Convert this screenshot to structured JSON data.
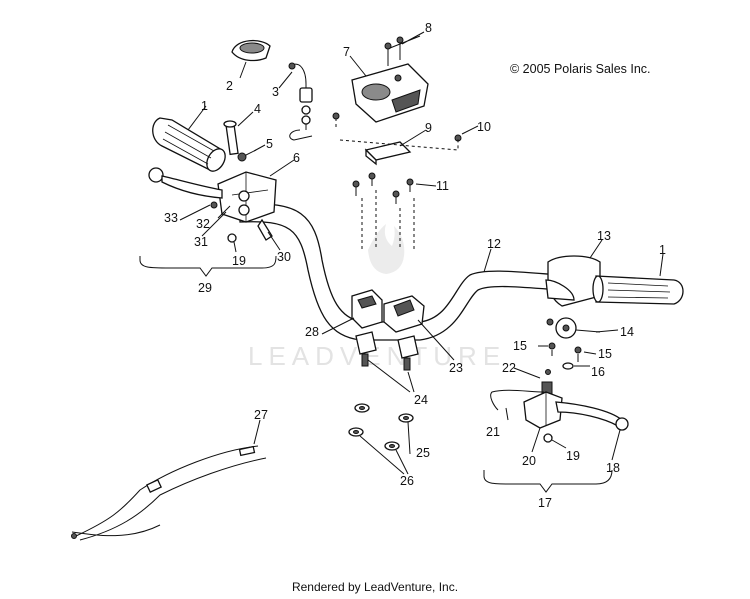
{
  "copyright": "© 2005 Polaris Sales Inc.",
  "footer": "Rendered by LeadVenture, Inc.",
  "watermark": "LEADVENTURE",
  "callouts": {
    "c1a": "1",
    "c1b": "1",
    "c2": "2",
    "c3": "3",
    "c4": "4",
    "c5": "5",
    "c6": "6",
    "c7": "7",
    "c8": "8",
    "c9": "9",
    "c10": "10",
    "c11": "11",
    "c12": "12",
    "c13": "13",
    "c14": "14",
    "c15a": "15",
    "c15b": "15",
    "c16": "16",
    "c17": "17",
    "c18": "18",
    "c19a": "19",
    "c19b": "19",
    "c20": "20",
    "c21": "21",
    "c22": "22",
    "c23": "23",
    "c24": "24",
    "c25": "25",
    "c26": "26",
    "c27": "27",
    "c28": "28",
    "c29": "29",
    "c30": "30",
    "c31": "31",
    "c32": "32",
    "c33": "33"
  }
}
